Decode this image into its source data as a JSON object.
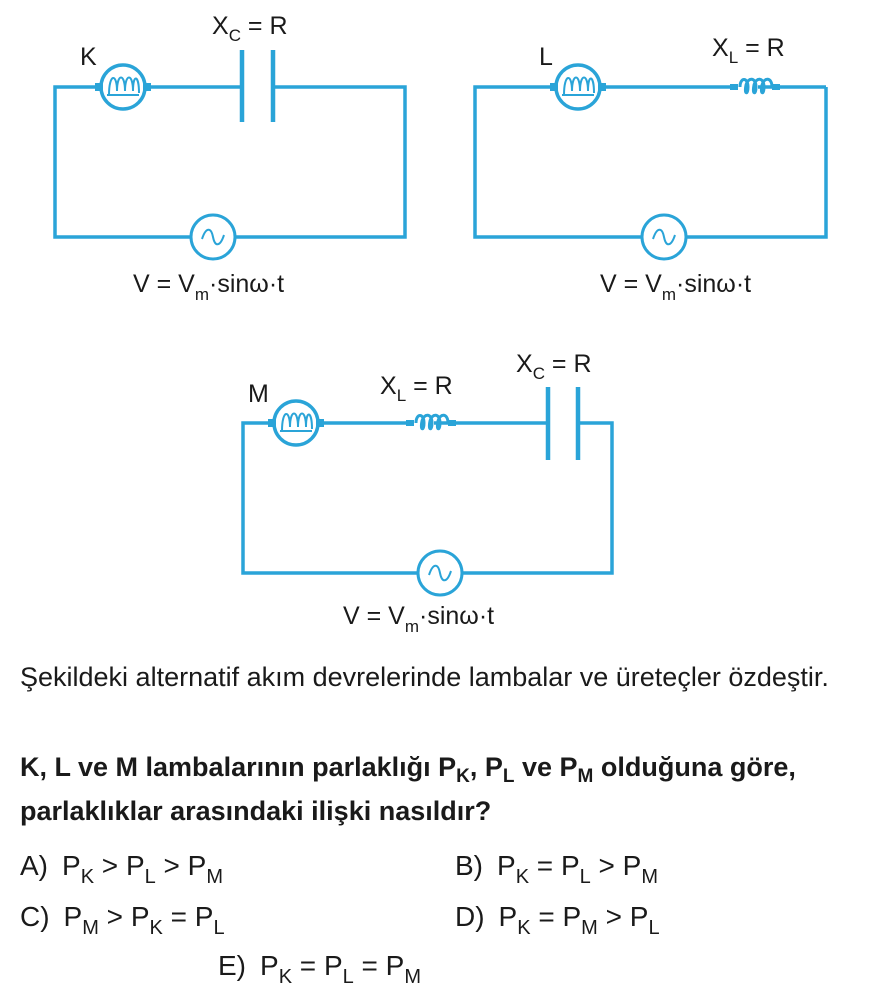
{
  "colors": {
    "wire": "#2aa4d8",
    "text": "#1a1a1a"
  },
  "circuits": [
    {
      "lamp_label": "K",
      "reactance_labels": [
        {
          "sym": "X",
          "sub": "C",
          "rest": " = R"
        }
      ],
      "source": {
        "pre": "V = V",
        "sub": "m",
        "post": "·sinω·t"
      }
    },
    {
      "lamp_label": "L",
      "reactance_labels": [
        {
          "sym": "X",
          "sub": "L",
          "rest": " = R"
        }
      ],
      "source": {
        "pre": "V = V",
        "sub": "m",
        "post": "·sinω·t"
      }
    },
    {
      "lamp_label": "M",
      "reactance_labels": [
        {
          "sym": "X",
          "sub": "L",
          "rest": " = R"
        },
        {
          "sym": "X",
          "sub": "C",
          "rest": " = R"
        }
      ],
      "source": {
        "pre": "V = V",
        "sub": "m",
        "post": "·sinω·t"
      }
    }
  ],
  "statement": "Şekildeki alternatif akım devrelerinde lambalar ve üreteçler özdeştir.",
  "question": {
    "p1": "K, L ve M lambalarının parlaklığı P",
    "s1": "K",
    "p2": ", P",
    "s2": "L",
    "p3": " ve P",
    "s3": "M",
    "p4": " olduğuna göre, parlaklıklar arasındaki ilişki nasıldır?"
  },
  "options": [
    {
      "letter": "A)",
      "parts": [
        [
          "P",
          "K"
        ],
        [
          " > P",
          "L"
        ],
        [
          " > P",
          "M"
        ]
      ]
    },
    {
      "letter": "B)",
      "parts": [
        [
          "P",
          "K"
        ],
        [
          " = P",
          "L"
        ],
        [
          " > P",
          "M"
        ]
      ]
    },
    {
      "letter": "C)",
      "parts": [
        [
          "P",
          "M"
        ],
        [
          " > P",
          "K"
        ],
        [
          " = P",
          "L"
        ]
      ]
    },
    {
      "letter": "D)",
      "parts": [
        [
          "P",
          "K"
        ],
        [
          " = P",
          "M"
        ],
        [
          " > P",
          "L"
        ]
      ]
    },
    {
      "letter": "E)",
      "parts": [
        [
          "P",
          "K"
        ],
        [
          " = P",
          "L"
        ],
        [
          " = P",
          "M"
        ]
      ]
    }
  ]
}
